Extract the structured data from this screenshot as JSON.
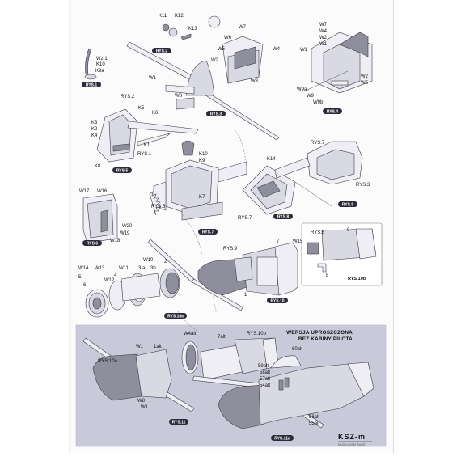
{
  "labels": {
    "wz1": "Wz 1",
    "k10": "K10",
    "k9a": "K9a",
    "rys1": "RYS.1",
    "k11": "K11",
    "k12": "K12",
    "k13": "K13",
    "rys2": "RYS.2",
    "w1_top": "W1",
    "w2_top": "W2",
    "w3": "W3",
    "w4_top": "W4",
    "w5_top": "W5",
    "w6": "W6",
    "w7_top": "W7",
    "w8_top": "W8",
    "rys3_top": "RYS.3",
    "w7_r": "W7",
    "w4_r": "W4",
    "w2_r": "W2",
    "w1_r": "W1",
    "w1_r2": "W1",
    "w2_r2": "W2",
    "w5_r": "W5",
    "w9a": "W9a",
    "w9": "W9",
    "w9b": "W9b",
    "rys4": "RYS.4",
    "rys2_l": "RYS.2",
    "k5": "K5",
    "k6": "K6",
    "k3": "K3",
    "k2": "K2",
    "k4": "K4",
    "k1": "K1",
    "rys1_l": "RYS.1",
    "k8": "K8",
    "rys5_l": "RYS.5",
    "k10_m": "K10",
    "k9_m": "K9",
    "rys7_r": "RYS.7",
    "k14": "K14",
    "rys3_r": "RYS.3",
    "w17": "W17",
    "w16": "W16",
    "w20": "W20",
    "w19": "W19",
    "w18": "W18",
    "rys6": "RYS.6",
    "rys5_m": "RYS.5",
    "k7": "K7",
    "rys7_m": "RYS.7",
    "rys7_m2": "RYS.7",
    "rys8": "RYS.8",
    "rys9": "RYS.9",
    "rys9_b": "RYS.9",
    "num7": "7",
    "w15": "W15",
    "rys6_b": "RYS.6",
    "num9": "9",
    "num8": "8",
    "rys10b_box": "RYS.10b",
    "w14": "W14",
    "w13": "W13",
    "w11": "W11",
    "w10": "W10",
    "num2": "2",
    "num3a": "3 a",
    "num3b": "3b",
    "num4": "4",
    "num5": "5",
    "num6": "6",
    "w12": "W12",
    "num1": "1",
    "rys10": "RYS.10",
    "rys10a": "RYS.10a",
    "w4alt": "W4alt",
    "w1_alt": "W1",
    "alt1": "1alt",
    "alt7": "7alt",
    "rys10b_alt": "RYS.10b",
    "rys10a_alt": "RYS.10a",
    "w8_alt": "W8",
    "w1_alt2": "W1",
    "rys11": "RYS.11",
    "alt60": "60alt",
    "alt59": "59alt",
    "alt58": "58alt",
    "alt57": "57alt",
    "alt54": "54alt",
    "alt56": "56alt",
    "alt55": "55alt",
    "rys11a": "RYS.11a"
  },
  "note": {
    "line1": "WERSJA UPROSZCZONA",
    "line2": "BEZ KABINY PILOTA"
  },
  "brand": {
    "logo": "KSZ-m",
    "sub": "MODELARSKI ŚWIAT"
  },
  "colors": {
    "panel": "#c9cad9",
    "part": "#d9d9e3",
    "dark": "#8e8e9c",
    "badge": "#2b2b3a"
  }
}
